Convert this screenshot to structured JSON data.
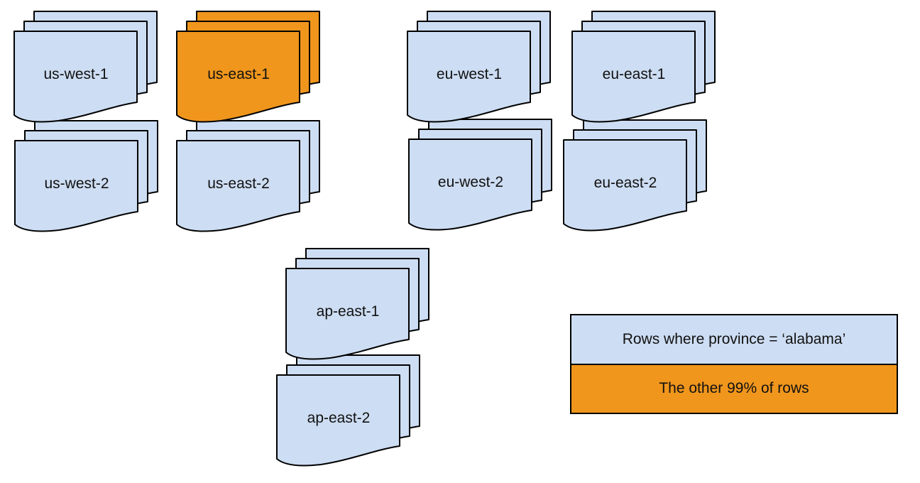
{
  "colors": {
    "doc_fill": "#cdddf3",
    "highlight_fill": "#f0961d",
    "stroke": "#000000",
    "canvas_bg": "#ffffff"
  },
  "regions": [
    {
      "label": "us-west-1",
      "highlighted": false
    },
    {
      "label": "us-east-1",
      "highlighted": true
    },
    {
      "label": "eu-west-1",
      "highlighted": false
    },
    {
      "label": "eu-east-1",
      "highlighted": false
    },
    {
      "label": "us-west-2",
      "highlighted": false
    },
    {
      "label": "us-east-2",
      "highlighted": false
    },
    {
      "label": "eu-west-2",
      "highlighted": false
    },
    {
      "label": "eu-east-2",
      "highlighted": false
    },
    {
      "label": "ap-east-1",
      "highlighted": false
    },
    {
      "label": "ap-east-2",
      "highlighted": false
    }
  ],
  "legend": {
    "items": [
      {
        "label": "Rows where province = ‘alabama’",
        "color": "#cdddf3"
      },
      {
        "label": "The other 99% of rows",
        "color": "#f0961d"
      }
    ]
  }
}
